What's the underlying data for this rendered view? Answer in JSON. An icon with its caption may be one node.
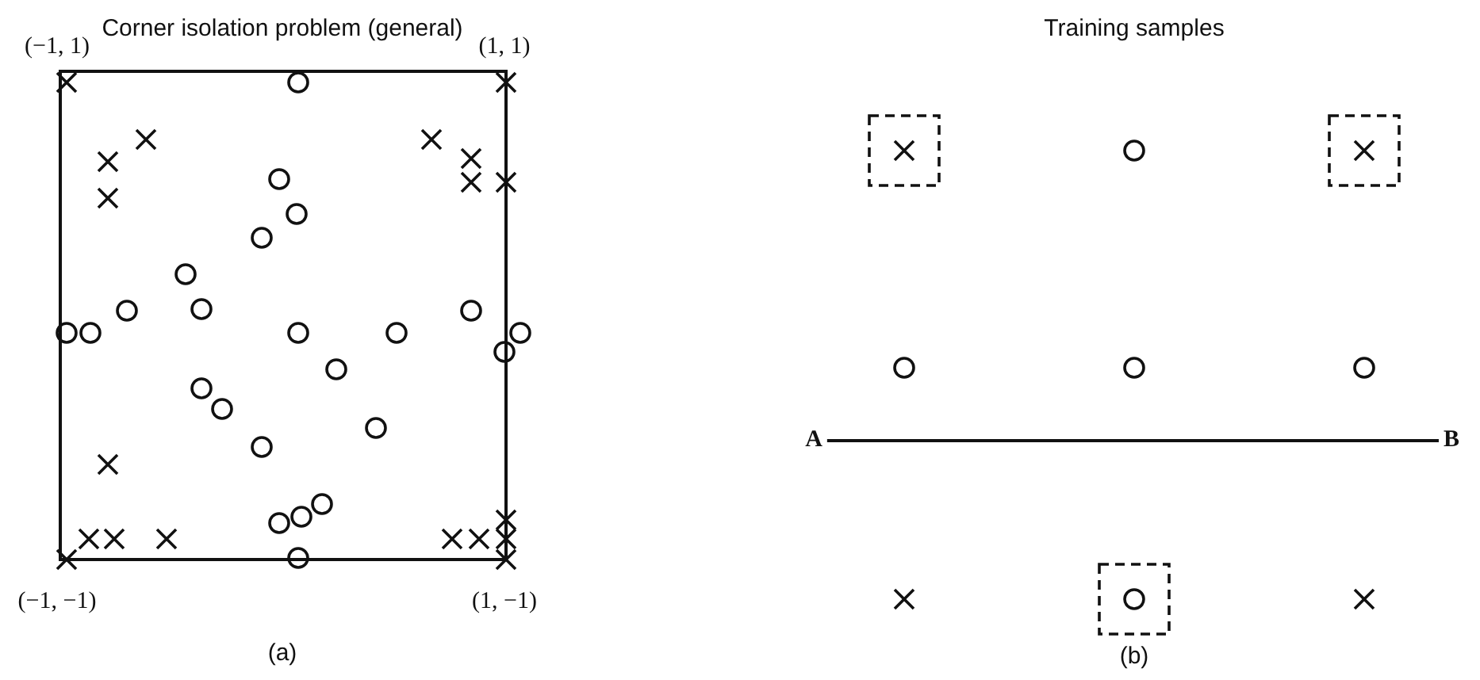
{
  "diagram": {
    "nodes": [
      {
        "text": [
          "A"
        ]
      },
      {
        "text": [
          "B"
        ]
      }
    ],
    "edges": [
      {
        "from": 0,
        "to": 1,
        "arrow": "none"
      }
    ],
    "labels": [
      "Corner isolation problem (general)",
      "Training samples",
      "(−1, 1)",
      "(1, 1)",
      "(−1, −1)",
      "(1, −1)",
      "(a)",
      "(b)"
    ]
  }
}
